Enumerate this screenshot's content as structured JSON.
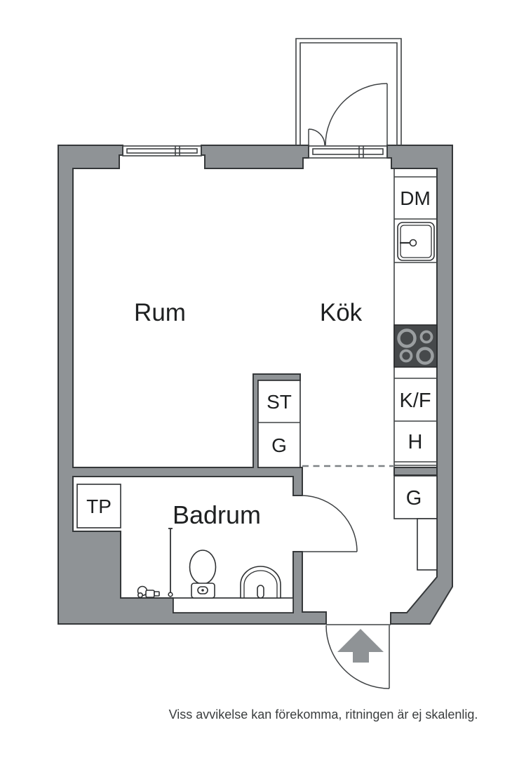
{
  "rooms": {
    "rum": "Rum",
    "kok": "Kök",
    "badrum": "Badrum"
  },
  "labels": {
    "dm": "DM",
    "kf": "K/F",
    "h": "H",
    "g_hall": "G",
    "st": "ST",
    "g_closet": "G",
    "tp": "TP"
  },
  "disclaimer": "Viss avvikelse kan förekomma, ritningen är ej skalenlig.",
  "colors": {
    "wall": "#8F9396",
    "outline": "#35383A",
    "stove": "#46494B",
    "burner_ring": "#9A9EA0",
    "arrow": "#8F9396",
    "text": "#1E2021",
    "dashed": "#7E8285",
    "background": "#FFFFFF"
  }
}
